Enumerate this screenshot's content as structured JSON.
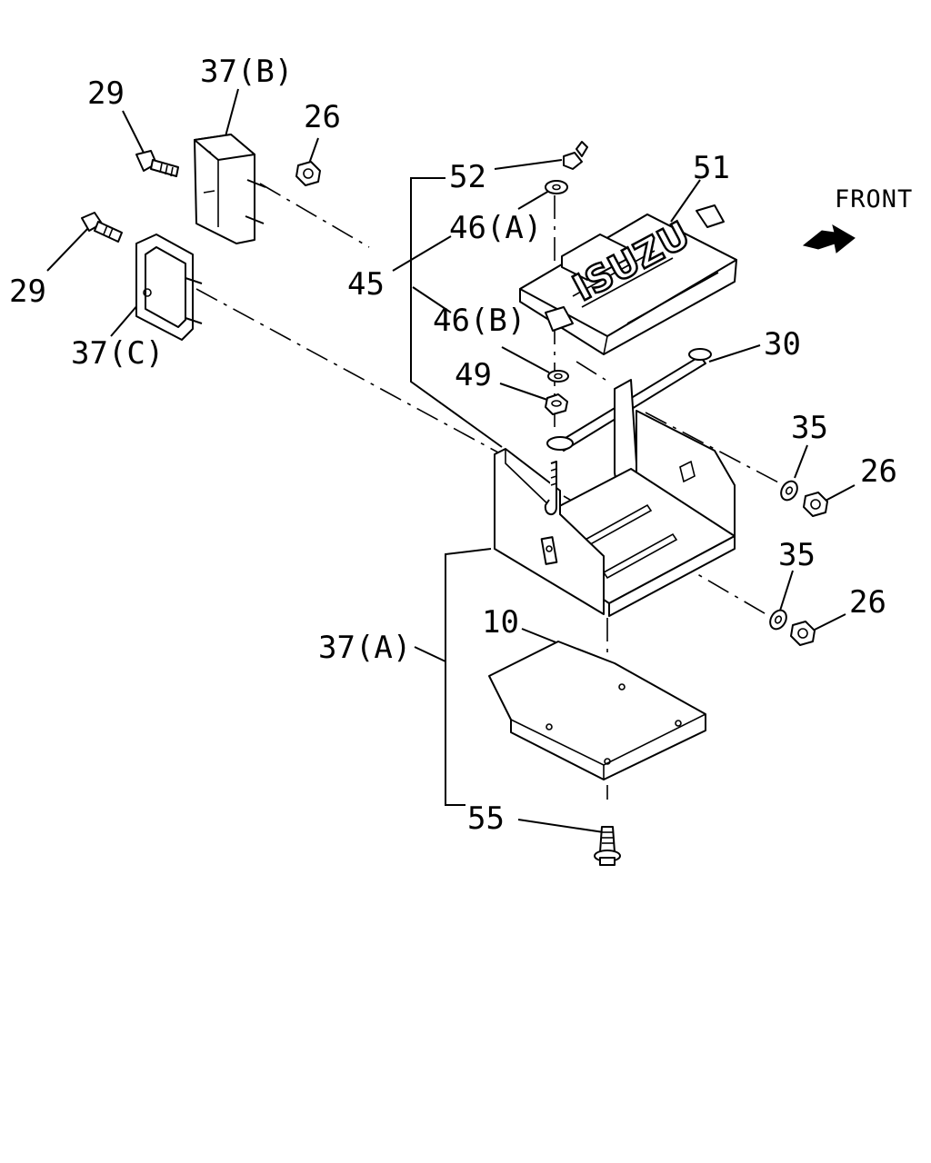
{
  "diagram": {
    "direction_label": "FRONT",
    "logo_text": "ISUZU",
    "callouts": {
      "c29_upper": "29",
      "c37b": "37(B)",
      "c26_top": "26",
      "c29_lower": "29",
      "c37c": "37(C)",
      "c45": "45",
      "c52": "52",
      "c46a": "46(A)",
      "c46b": "46(B)",
      "c49": "49",
      "c51": "51",
      "c30": "30",
      "c35_upper": "35",
      "c26_mid": "26",
      "c35_lower": "35",
      "c26_low": "26",
      "c37a": "37(A)",
      "c10": "10",
      "c55": "55"
    }
  }
}
